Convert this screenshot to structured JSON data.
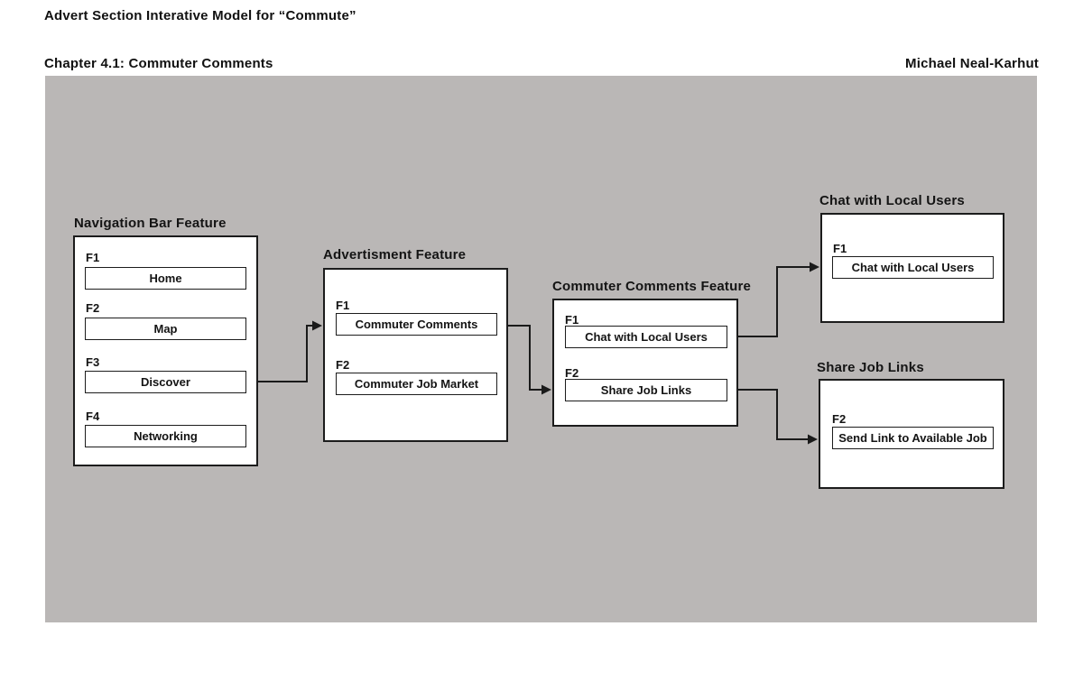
{
  "page": {
    "title": "Advert Section Interative Model for “Commute”",
    "chapter": "Chapter 4.1: Commuter Comments",
    "author": "Michael Neal-Karhut"
  },
  "colors": {
    "canvas_bg": "#bab7b6",
    "box_border": "#1c1c1c",
    "line": "#1a1a1a",
    "text": "#141414"
  },
  "diagram": {
    "features": [
      {
        "id": "navigation-bar",
        "title": "Navigation Bar Feature",
        "items": [
          {
            "label": "F1",
            "value": "Home"
          },
          {
            "label": "F2",
            "value": "Map"
          },
          {
            "label": "F3",
            "value": "Discover"
          },
          {
            "label": "F4",
            "value": "Networking"
          }
        ]
      },
      {
        "id": "advertisment",
        "title": "Advertisment Feature",
        "items": [
          {
            "label": "F1",
            "value": "Commuter Comments"
          },
          {
            "label": "F2",
            "value": "Commuter Job Market"
          }
        ]
      },
      {
        "id": "commuter-comments",
        "title": "Commuter Comments Feature",
        "items": [
          {
            "label": "F1",
            "value": "Chat with Local Users"
          },
          {
            "label": "F2",
            "value": "Share Job Links"
          }
        ]
      },
      {
        "id": "chat-with-local-users",
        "title": "Chat with Local Users",
        "items": [
          {
            "label": "F1",
            "value": "Chat with Local Users"
          }
        ]
      },
      {
        "id": "share-job-links",
        "title": "Share Job Links",
        "items": [
          {
            "label": "F2",
            "value": "Send Link to Available Job"
          }
        ]
      }
    ],
    "connections": [
      {
        "from": "Navigation Bar Feature / F3 Discover",
        "to": "Advertisment Feature"
      },
      {
        "from": "Advertisment Feature / F1 Commuter Comments",
        "to": "Commuter Comments Feature"
      },
      {
        "from": "Commuter Comments Feature / F1 Chat with Local Users",
        "to": "Chat with Local Users"
      },
      {
        "from": "Commuter Comments Feature / F2 Share Job Links",
        "to": "Share Job Links"
      }
    ]
  }
}
